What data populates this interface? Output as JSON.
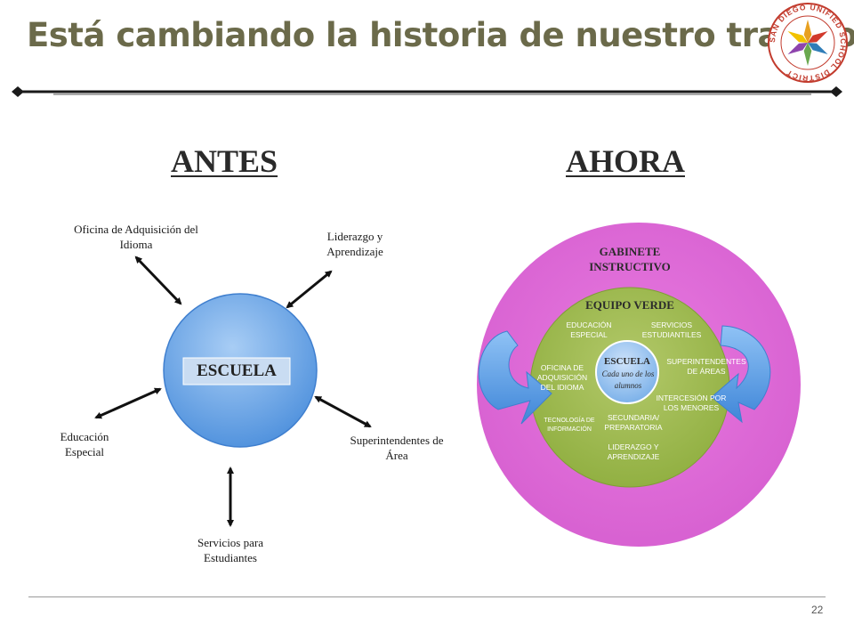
{
  "slide": {
    "title": "Está cambiando la historia de nuestro trabajo…",
    "page_number": "22"
  },
  "logo": {
    "text": "SAN DIEGO UNIFIED SCHOOL DISTRICT",
    "colors": [
      "#e8a020",
      "#d23a2c",
      "#2f7db8",
      "#6aa84f",
      "#8e44ad",
      "#f2c200"
    ]
  },
  "antes": {
    "heading": "ANTES",
    "center_label": "ESCUELA",
    "nodes": {
      "oficina": "Oficina de Adquisición del Idioma",
      "liderazgo": "Liderazgo y Aprendizaje",
      "educacion": "Educación Especial",
      "superintendentes": "Superintendentes de Área",
      "servicios": "Servicios para Estudiantes"
    }
  },
  "ahora": {
    "heading": "AHORA",
    "outer_label": "GABINETE INSTRUCTIVO",
    "inner_label": "EQUIPO VERDE",
    "center_title": "ESCUELA",
    "center_subtitle": "Cada uno de los alumnos",
    "items": {
      "educacion": "EDUCACIÓN ESPECIAL",
      "servicios": "SERVICIOS ESTUDIANTILES",
      "oficina": "OFICINA DE ADQUISICIÓN DEL IDIOMA",
      "superintendentes": "SUPERINTENDENTES DE ÁREAS",
      "intercesion": "INTERCESIÓN POR LOS MENORES",
      "tecnologia": "TECNOLOGÍA DE INFORMACIÓN",
      "secundaria": "SECUNDARIA/ PREPARATORIA",
      "liderazgo": "LIDERAZGO Y APRENDIZAJE"
    }
  },
  "colors": {
    "title": "#6b6a4a",
    "school_circle": "#5b9be0",
    "outer_circle": "#e070d8",
    "green_circle": "#9ab84a",
    "arrows_ahora": "#5aa0e6"
  }
}
